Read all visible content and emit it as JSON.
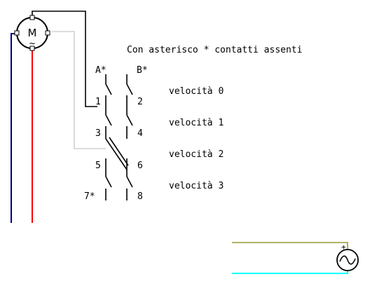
{
  "note": "Con asterisco * contatti assenti",
  "motor": {
    "label": "M",
    "sublabel": "~",
    "icon": "motor-icon"
  },
  "source": {
    "icon": "ac-source-icon",
    "symbol": "~",
    "plus": "+"
  },
  "columns": {
    "left": "A*",
    "right": "B*"
  },
  "terminals": {
    "t1": "1",
    "t2": "2",
    "t3": "3",
    "t4": "4",
    "t5": "5",
    "t6": "6",
    "t7": "7*",
    "t8": "8"
  },
  "speeds": [
    "velocità 0",
    "velocità 1",
    "velocità 2",
    "velocità 3"
  ],
  "colors": {
    "wire_black": "#000000",
    "wire_gray": "#d0d0d0",
    "wire_blue": "#000080",
    "wire_red": "#ff0000",
    "wire_olive": "#999933",
    "wire_cyan": "#00ffff"
  }
}
